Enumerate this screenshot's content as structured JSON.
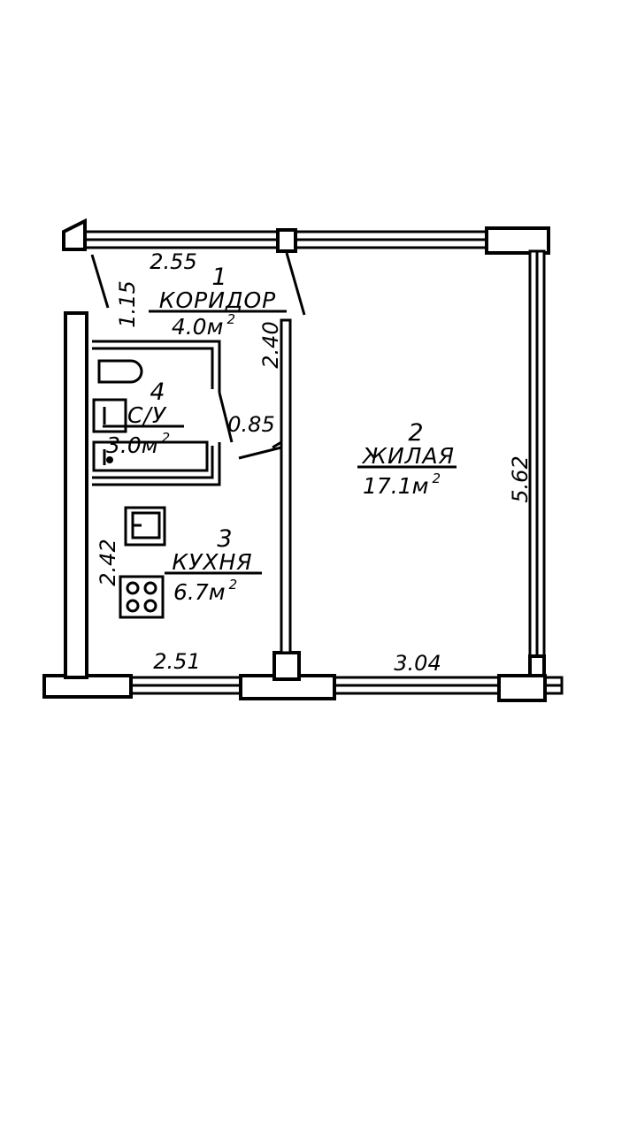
{
  "rooms": [
    {
      "number": "1",
      "name": "КОРИДОР",
      "area": "4.0м",
      "area_sup": "2"
    },
    {
      "number": "2",
      "name": "ЖИЛАЯ",
      "area": "17.1м",
      "area_sup": "2"
    },
    {
      "number": "3",
      "name": "КУХНЯ",
      "area": "6.7м",
      "area_sup": "2"
    },
    {
      "number": "4",
      "name": "С/У",
      "area": "3.0м",
      "area_sup": "2"
    }
  ],
  "dimensions": {
    "corridor_width": "2.55",
    "corridor_depth": "1.15",
    "partition_length": "2.40",
    "door_width": "0.85",
    "living_height": "5.62",
    "kitchen_height": "2.42",
    "kitchen_width": "2.51",
    "living_width": "3.04"
  }
}
